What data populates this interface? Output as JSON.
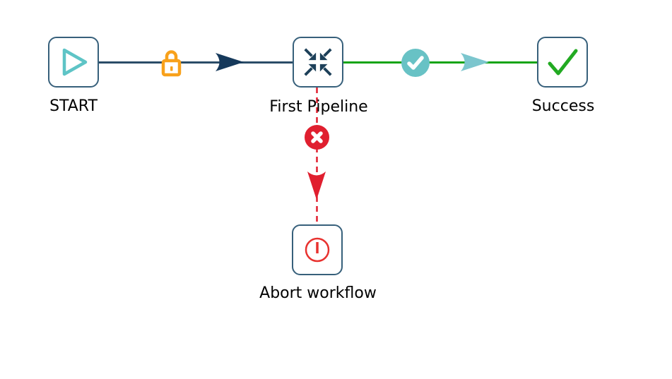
{
  "canvas": {
    "background": "#ffffff"
  },
  "nodes": [
    {
      "id": "start",
      "label": "START",
      "icon": "play-icon",
      "border_color": "#37607b",
      "icon_color": "#5ec4c6"
    },
    {
      "id": "first-pipeline",
      "label": "First Pipeline",
      "icon": "converge-arrows-icon",
      "border_color": "#37607b",
      "icon_color": "#1d4059"
    },
    {
      "id": "success",
      "label": "Success",
      "icon": "check-icon",
      "border_color": "#37607b",
      "icon_color": "#22aa22"
    },
    {
      "id": "abort-workflow",
      "label": "Abort workflow",
      "icon": "power-off-icon",
      "border_color": "#37607b",
      "icon_color": "#e8322f"
    }
  ],
  "edges": [
    {
      "from": "start",
      "to": "first-pipeline",
      "style": "solid",
      "line_color": "#2b4d68",
      "arrow_color": "#16395b",
      "badge": "lock-icon",
      "badge_color": "#f8a11b"
    },
    {
      "from": "first-pipeline",
      "to": "success",
      "style": "solid",
      "line_color": "#13a413",
      "arrow_color": "#7cc6ce",
      "badge": "success-check-icon",
      "badge_color": "#68c2c5"
    },
    {
      "from": "first-pipeline",
      "to": "abort-workflow",
      "style": "dashed",
      "line_color": "#e01f2f",
      "arrow_color": "#e01f2f",
      "badge": "error-cross-icon",
      "badge_color": "#e01f2f"
    }
  ]
}
